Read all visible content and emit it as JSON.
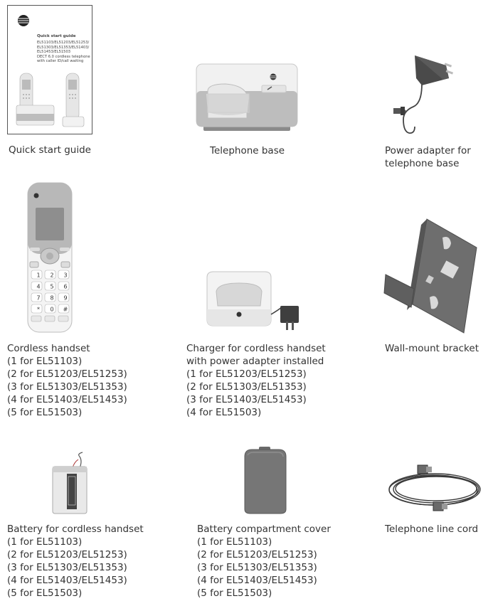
{
  "quick_start_guide": {
    "caption": "Quick start guide",
    "cover_title": "Quick start guide",
    "cover_lines": [
      "EL51103/EL51203/EL51253/",
      "EL51303/EL51353/EL51403/",
      "EL51453/EL51503",
      "DECT 6.0 cordless telephone",
      "with caller ID/call waiting"
    ]
  },
  "telephone_base": {
    "caption": "Telephone base"
  },
  "power_adapter": {
    "caption_lines": [
      "Power adapter for",
      "telephone base"
    ]
  },
  "cordless_handset": {
    "caption_lines": [
      "Cordless handset",
      "(1 for EL51103)",
      "(2 for EL51203/EL51253)",
      "(3 for EL51303/EL51353)",
      "(4 for EL51403/EL51453)",
      "(5 for EL51503)"
    ]
  },
  "charger": {
    "caption_lines": [
      "Charger for cordless handset",
      "with power adapter installed",
      "(1 for EL51203/EL51253)",
      "(2 for EL51303/EL51353)",
      "(3 for EL51403/EL51453)",
      "(4 for EL51503)"
    ]
  },
  "wall_mount_bracket": {
    "caption": "Wall-mount bracket"
  },
  "battery": {
    "caption_lines": [
      "Battery for cordless handset",
      "(1 for EL51103)",
      "(2 for EL51203/EL51253)",
      "(3 for EL51303/EL51353)",
      "(4 for EL51403/EL51453)",
      "(5 for EL51503)"
    ]
  },
  "battery_cover": {
    "caption_lines": [
      "Battery compartment cover",
      "(1 for EL51103)",
      "(2 for EL51203/EL51253)",
      "(3 for EL51303/EL51353)",
      "(4 for EL51403/EL51453)",
      "(5 for EL51503)"
    ]
  },
  "line_cord": {
    "caption": "Telephone line cord"
  },
  "handset_keys": [
    "1",
    "2",
    "3",
    "4",
    "5",
    "6",
    "7",
    "8",
    "9",
    "*",
    "0",
    "#"
  ],
  "colors": {
    "gray": "#9a9a9a",
    "silver": "#c8c8c8",
    "dark": "#4a4a4a",
    "bracket": "#6b6b6b"
  }
}
